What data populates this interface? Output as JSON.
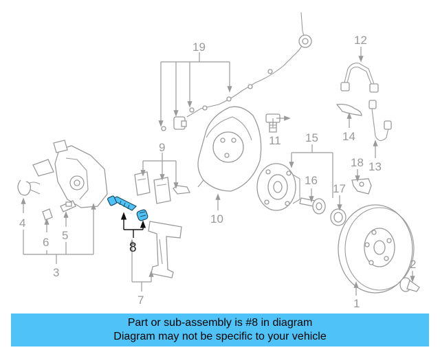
{
  "diagram": {
    "highlight_color": "#4fc3f7",
    "line_color": "#9a9a9a",
    "callouts": [
      {
        "id": "c1",
        "label": "1"
      },
      {
        "id": "c2",
        "label": "2"
      },
      {
        "id": "c3",
        "label": "3"
      },
      {
        "id": "c4",
        "label": "4"
      },
      {
        "id": "c5",
        "label": "5"
      },
      {
        "id": "c6",
        "label": "6"
      },
      {
        "id": "c7",
        "label": "7"
      },
      {
        "id": "c8",
        "label": "8"
      },
      {
        "id": "c9",
        "label": "9"
      },
      {
        "id": "c10",
        "label": "10"
      },
      {
        "id": "c11",
        "label": "11"
      },
      {
        "id": "c12",
        "label": "12"
      },
      {
        "id": "c13",
        "label": "13"
      },
      {
        "id": "c14",
        "label": "14"
      },
      {
        "id": "c15",
        "label": "15"
      },
      {
        "id": "c16",
        "label": "16"
      },
      {
        "id": "c17",
        "label": "17"
      },
      {
        "id": "c18",
        "label": "18"
      },
      {
        "id": "c19",
        "label": "19"
      }
    ]
  },
  "banner": {
    "line1": "Part or sub-assembly is #8 in diagram",
    "line2": "Diagram may not be specific to your vehicle",
    "background": "#4fc3f7"
  }
}
